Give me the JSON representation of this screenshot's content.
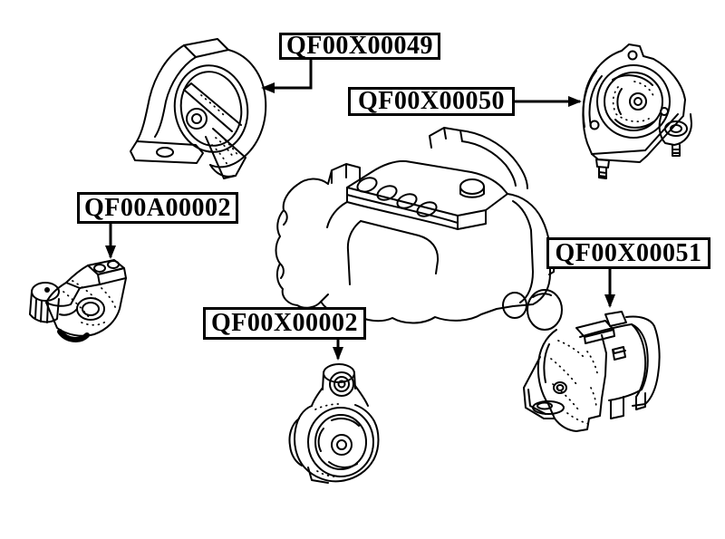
{
  "diagram": {
    "background_color": "#ffffff",
    "line_color": "#000000",
    "labels": [
      {
        "id": "qf00x00049",
        "text": "QF00X00049"
      },
      {
        "id": "qf00x00050",
        "text": "QF00X00050"
      },
      {
        "id": "qf00a00002",
        "text": "QF00A00002"
      },
      {
        "id": "qf00x00002",
        "text": "QF00X00002"
      },
      {
        "id": "qf00x00051",
        "text": "QF00X00051"
      }
    ]
  }
}
